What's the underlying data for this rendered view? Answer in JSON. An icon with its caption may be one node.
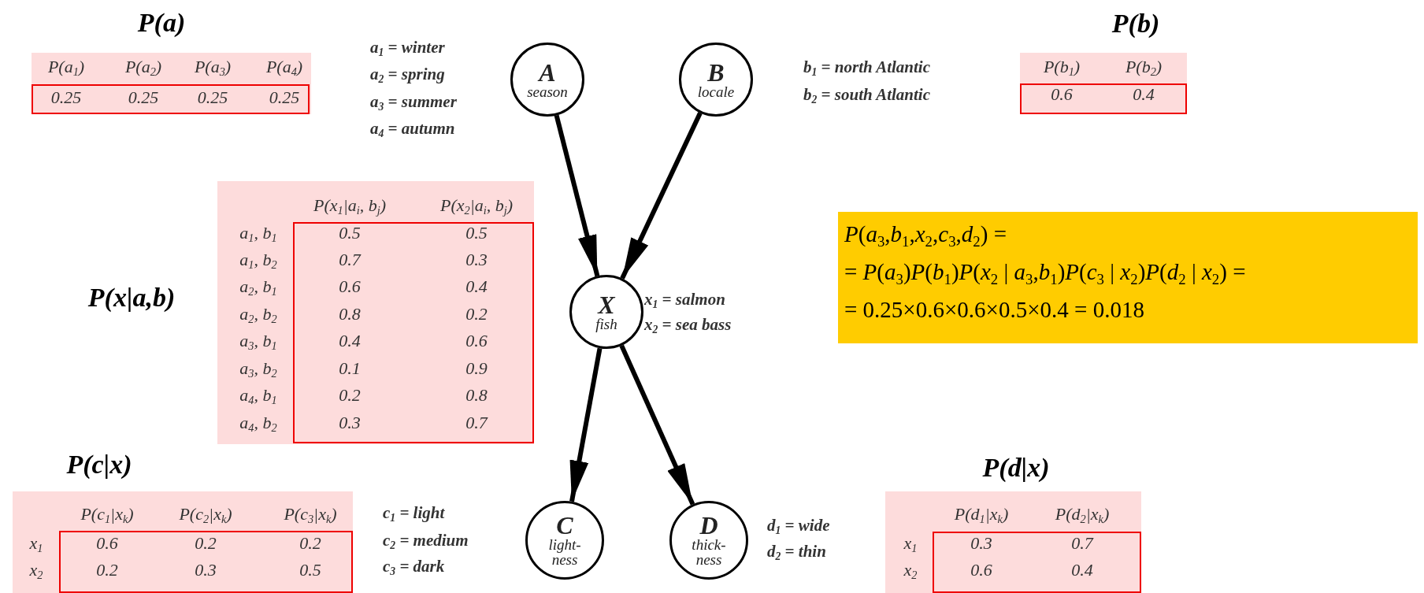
{
  "diagram": {
    "nodes": [
      {
        "text": [
          "A",
          "season"
        ],
        "beside": [
          "a$_{1}$ = winter",
          "a$_{2}$ = spring",
          "a$_{3}$ = summer",
          "a$_{4}$ = autumn"
        ]
      },
      {
        "text": [
          "B",
          "locale"
        ],
        "beside": [
          "b$_{1}$ = north Atlantic",
          "b$_{2}$ = south Atlantic"
        ]
      },
      {
        "text": [
          "X",
          "fish"
        ],
        "beside": [
          "x$_{1}$ = salmon",
          "x$_{2}$ = sea bass"
        ]
      },
      {
        "text": [
          "*P*(*a*$_{3}$,*b*$_{1}$,*x*$_{2}$,*c*$_{3}$,*d*$_{2}$) =",
          "= *P*(*a*$_{3}$)*P*(*b*$_{1}$)*P*(*x*$_{2}$ | *a*$_{3}$,*b*$_{1}$)*P*(*c*$_{3}$ | *x*$_{2}$)*P*(*d*$_{2}$ | *x*$_{2}$) =",
          "= 0.25×0.6×0.6×0.5×0.4 = 0.018"
        ]
      },
      {
        "text": [
          "C",
          "light- ness"
        ],
        "beside": [
          "c$_{1}$ = light",
          "c$_{2}$ = medium",
          "c$_{3}$ = dark"
        ]
      },
      {
        "text": [
          "D",
          "thick- ness"
        ],
        "beside": [
          "d$_{1}$ = wide",
          "d$_{2}$ = thin"
        ]
      }
    ],
    "edges": [
      {
        "from": 0,
        "to": 2,
        "arrow": "to"
      },
      {
        "from": 1,
        "to": 2,
        "arrow": "to"
      },
      {
        "from": 2,
        "to": 4,
        "arrow": "to"
      },
      {
        "from": 2,
        "to": 5,
        "arrow": "to"
      }
    ],
    "labels": [
      "P(a)",
      "P(a$_{1}$)",
      "P(a$_{2}$)",
      "P(a$_{3}$)",
      "P(a$_{4}$)",
      "0.25",
      "0.25",
      "0.25",
      "0.25",
      "P(b)",
      "P(b$_{1}$)",
      "P(b$_{2}$)",
      "0.6",
      "0.4",
      "P(x|a,b)",
      "P(x$_{1}$|a$_{i}$, b$_{j}$)",
      "P(x$_{2}$|a$_{i}$, b$_{j}$)",
      "a$_{1}$, b$_{1}$",
      "0.5",
      "0.5",
      "a$_{1}$, b$_{2}$",
      "0.7",
      "0.3",
      "a$_{2}$, b$_{1}$",
      "0.6",
      "0.4",
      "a$_{2}$, b$_{2}$",
      "0.8",
      "0.2",
      "a$_{3}$, b$_{1}$",
      "0.4",
      "0.6",
      "a$_{3}$, b$_{2}$",
      "0.1",
      "0.9",
      "a$_{4}$, b$_{1}$",
      "0.2",
      "0.8",
      "a$_{4}$, b$_{2}$",
      "0.3",
      "0.7",
      "P(c|x)",
      "P(c$_{1}$|x$_{k}$)",
      "P(c$_{2}$|x$_{k}$)",
      "P(c$_{3}$|x$_{k}$)",
      "x$_{1}$",
      "0.6",
      "0.2",
      "0.2",
      "x$_{2}$",
      "0.2",
      "0.3",
      "0.5",
      "P(d|x)",
      "P(d$_{1}$|x$_{k}$)",
      "P(d$_{2}$|x$_{k}$)",
      "x$_{1}$",
      "0.3",
      "0.7",
      "x$_{2}$",
      "0.6",
      "0.4"
    ]
  }
}
